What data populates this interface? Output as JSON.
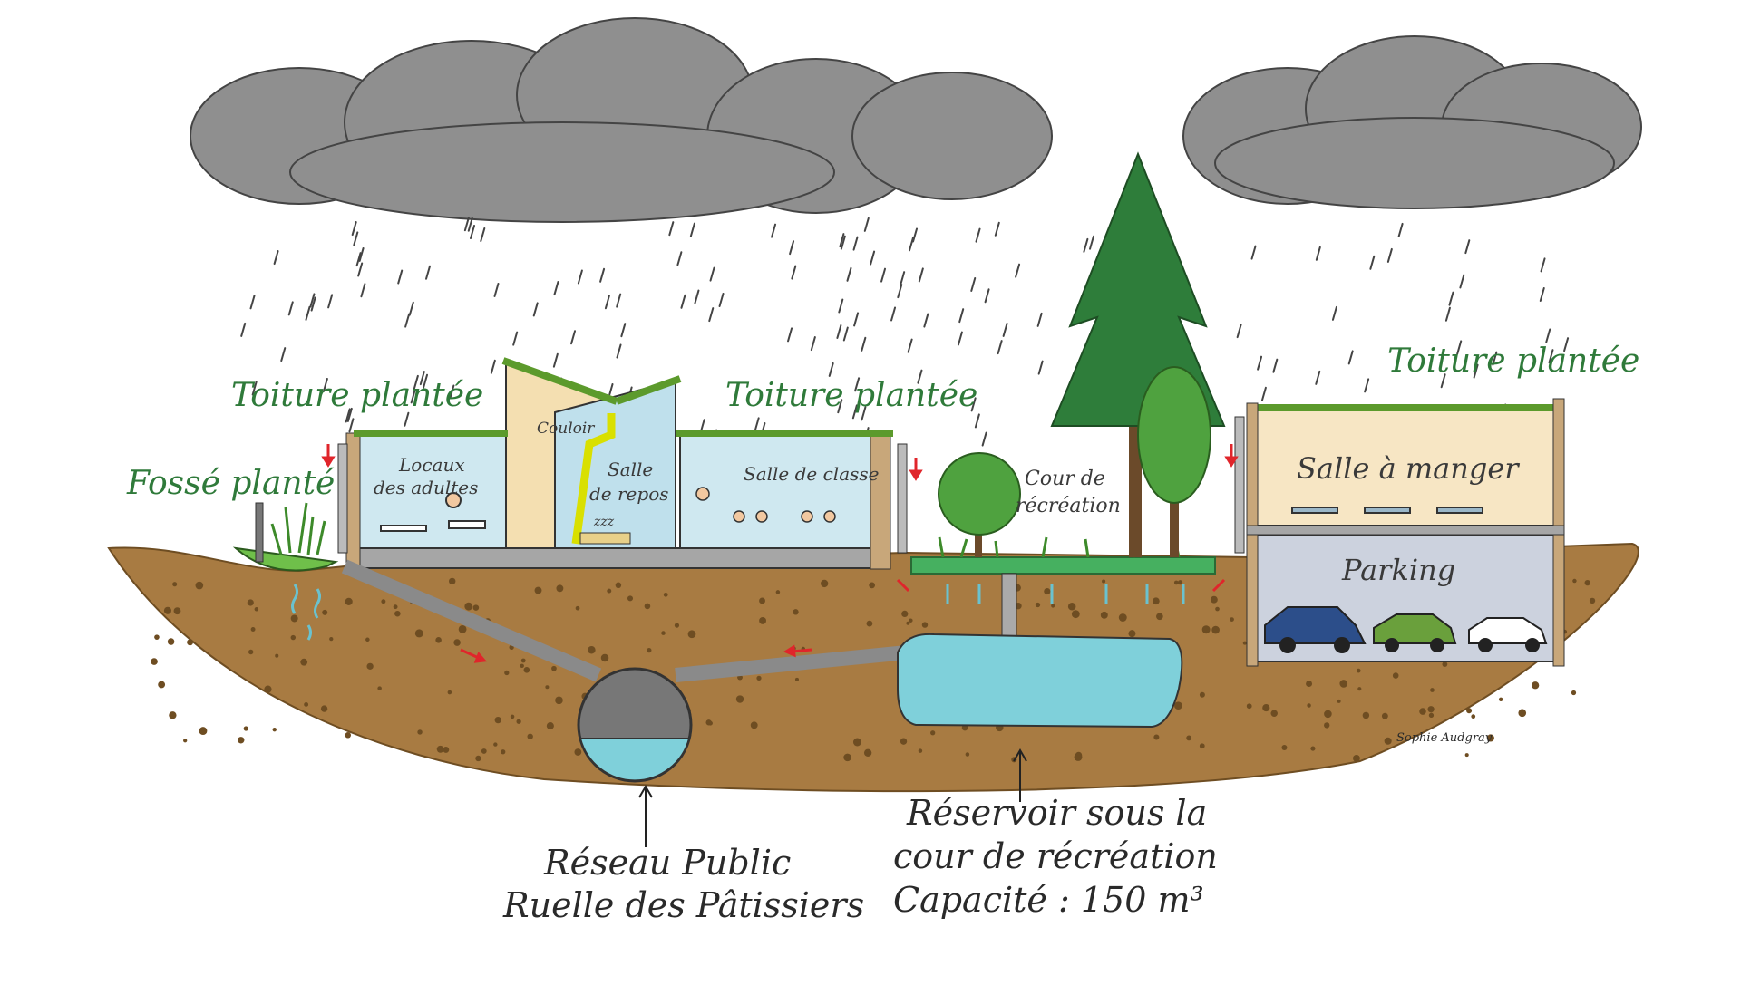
{
  "labels": {
    "roof_left": "Toiture plantée",
    "roof_middle": "Toiture plantée",
    "roof_right": "Toiture plantée",
    "ditch": "Fossé planté",
    "corridor": "Couloir",
    "adults_l1": "Locaux",
    "adults_l2": "des adultes",
    "rest_l1": "Salle",
    "rest_l2": "de repos",
    "zzz": "zzz",
    "classroom": "Salle de classe",
    "yard_l1": "Cour de",
    "yard_l2": "récréation",
    "dining": "Salle à manger",
    "parking": "Parking",
    "network_l1": "Réseau Public",
    "network_l2": "Ruelle des Pâtissiers",
    "tank_l1": "Réservoir sous la",
    "tank_l2": "cour de récréation",
    "tank_l3": "Capacité : 150 m³",
    "signature": "Sophie Audgray"
  },
  "colors": {
    "soil": "#a87b42",
    "water": "#7fd0da",
    "cloud": "#8d8d8d",
    "foliage": "#2e7d3a",
    "roof_grass": "#5c9a2c",
    "wall": "#9a9a9a",
    "arrow": "#e0252b"
  }
}
